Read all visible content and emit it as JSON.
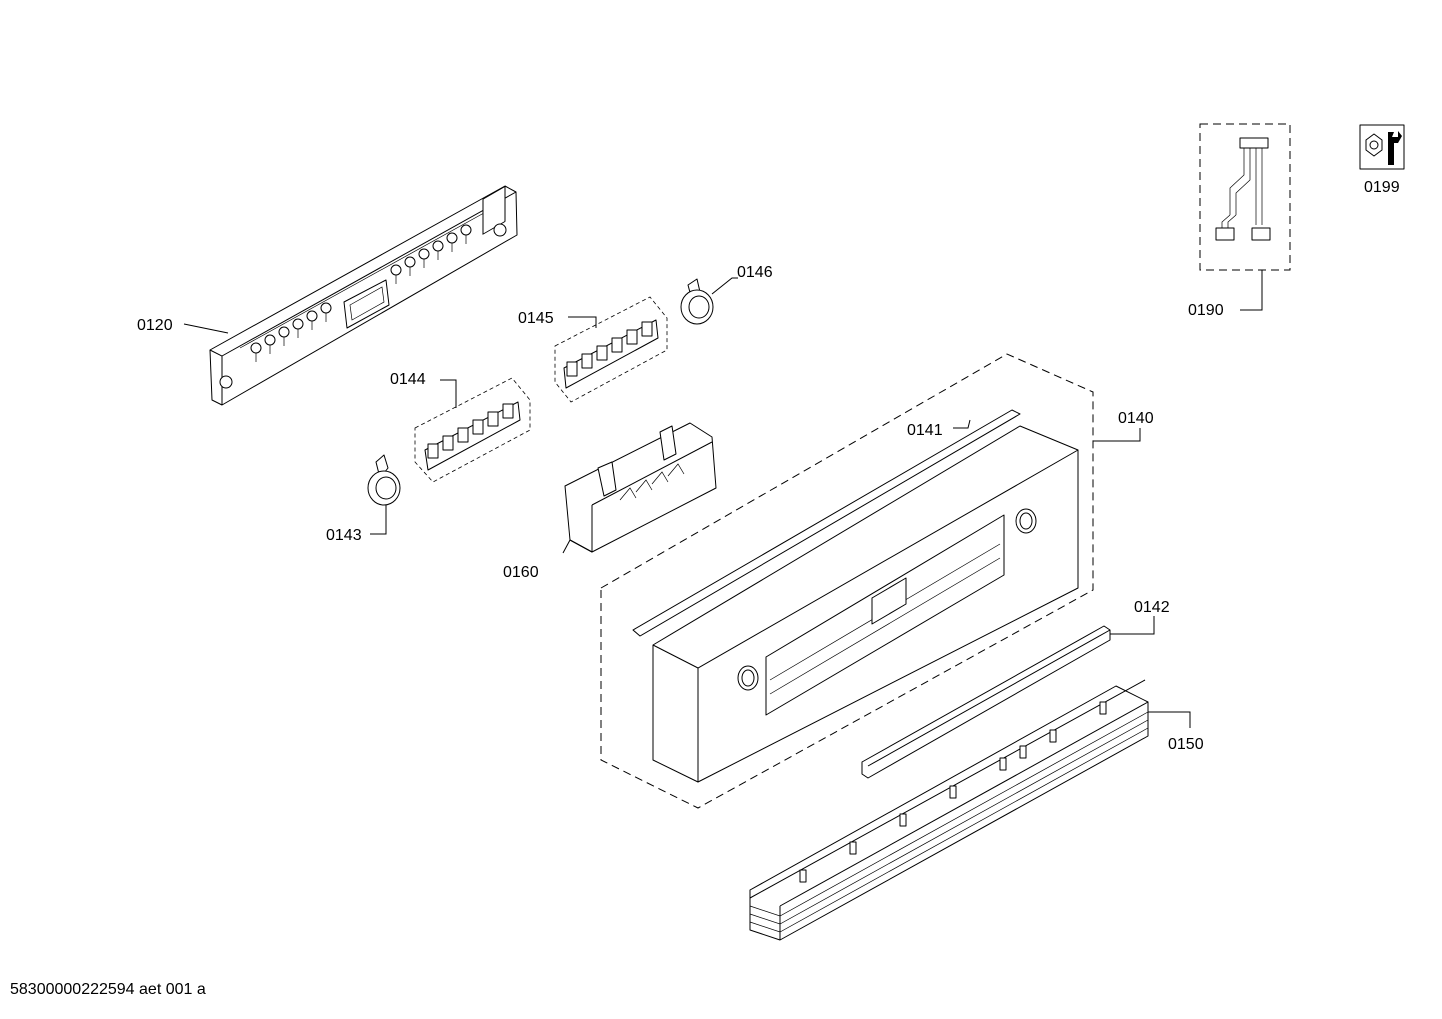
{
  "parts": {
    "p0120": "0120",
    "p0140": "0140",
    "p0141": "0141",
    "p0142": "0142",
    "p0143": "0143",
    "p0144": "0144",
    "p0145": "0145",
    "p0146": "0146",
    "p0150": "0150",
    "p0160": "0160",
    "p0190": "0190",
    "p0199": "0199"
  },
  "footer": {
    "drawing_id": "58300000222594 aet 001 a"
  }
}
